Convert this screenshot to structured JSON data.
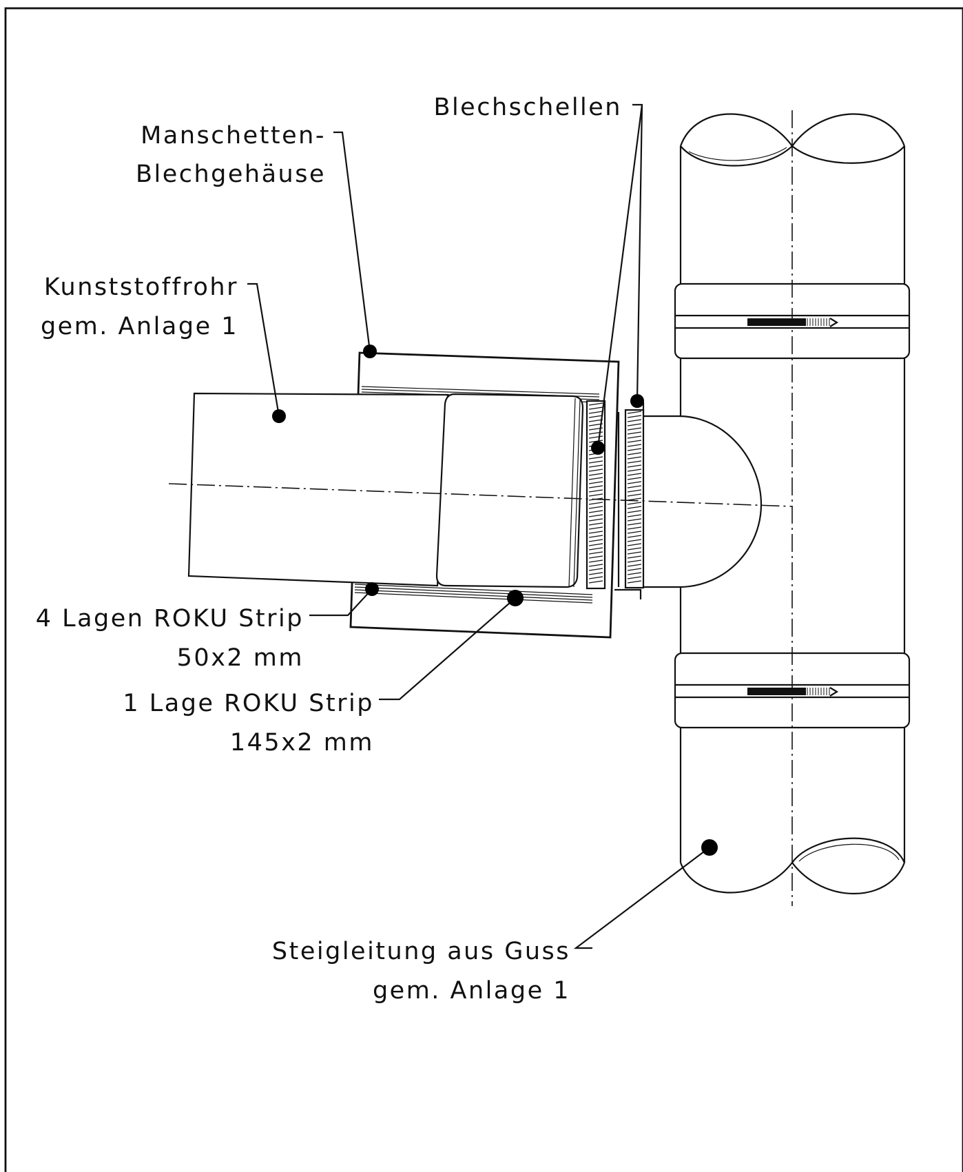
{
  "labels": {
    "blechschellen": "Blechschellen",
    "manschetten_1": "Manschetten-",
    "manschetten_2": "Blechgehäuse",
    "kunststoff_1": "Kunststoffrohr",
    "kunststoff_2": "gem. Anlage 1",
    "lagen4_1": "4 Lagen ROKU Strip",
    "lagen4_2": "50x2 mm",
    "lage1_1": "1 Lage ROKU Strip",
    "lage1_2": "145x2 mm",
    "steig_1": "Steigleitung aus Guss",
    "steig_2": "gem. Anlage 1"
  },
  "colors": {
    "line": "#111111",
    "background": "#ffffff"
  }
}
